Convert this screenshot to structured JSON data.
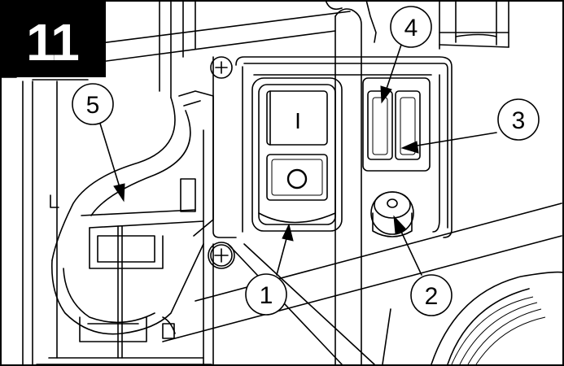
{
  "figure": {
    "number": "11",
    "badge_color": "#000000",
    "badge_text_color": "#ffffff"
  },
  "callouts": [
    {
      "label": "1",
      "target": "on-off-rocker-switch"
    },
    {
      "label": "2",
      "target": "round-push-button"
    },
    {
      "label": "3",
      "target": "indicator-slot-right"
    },
    {
      "label": "4",
      "target": "indicator-slot-left"
    },
    {
      "label": "5",
      "target": "housing-bracket"
    }
  ],
  "switch": {
    "on_symbol": "I",
    "off_symbol": "O"
  },
  "colors": {
    "line": "#000000",
    "background": "#ffffff"
  }
}
